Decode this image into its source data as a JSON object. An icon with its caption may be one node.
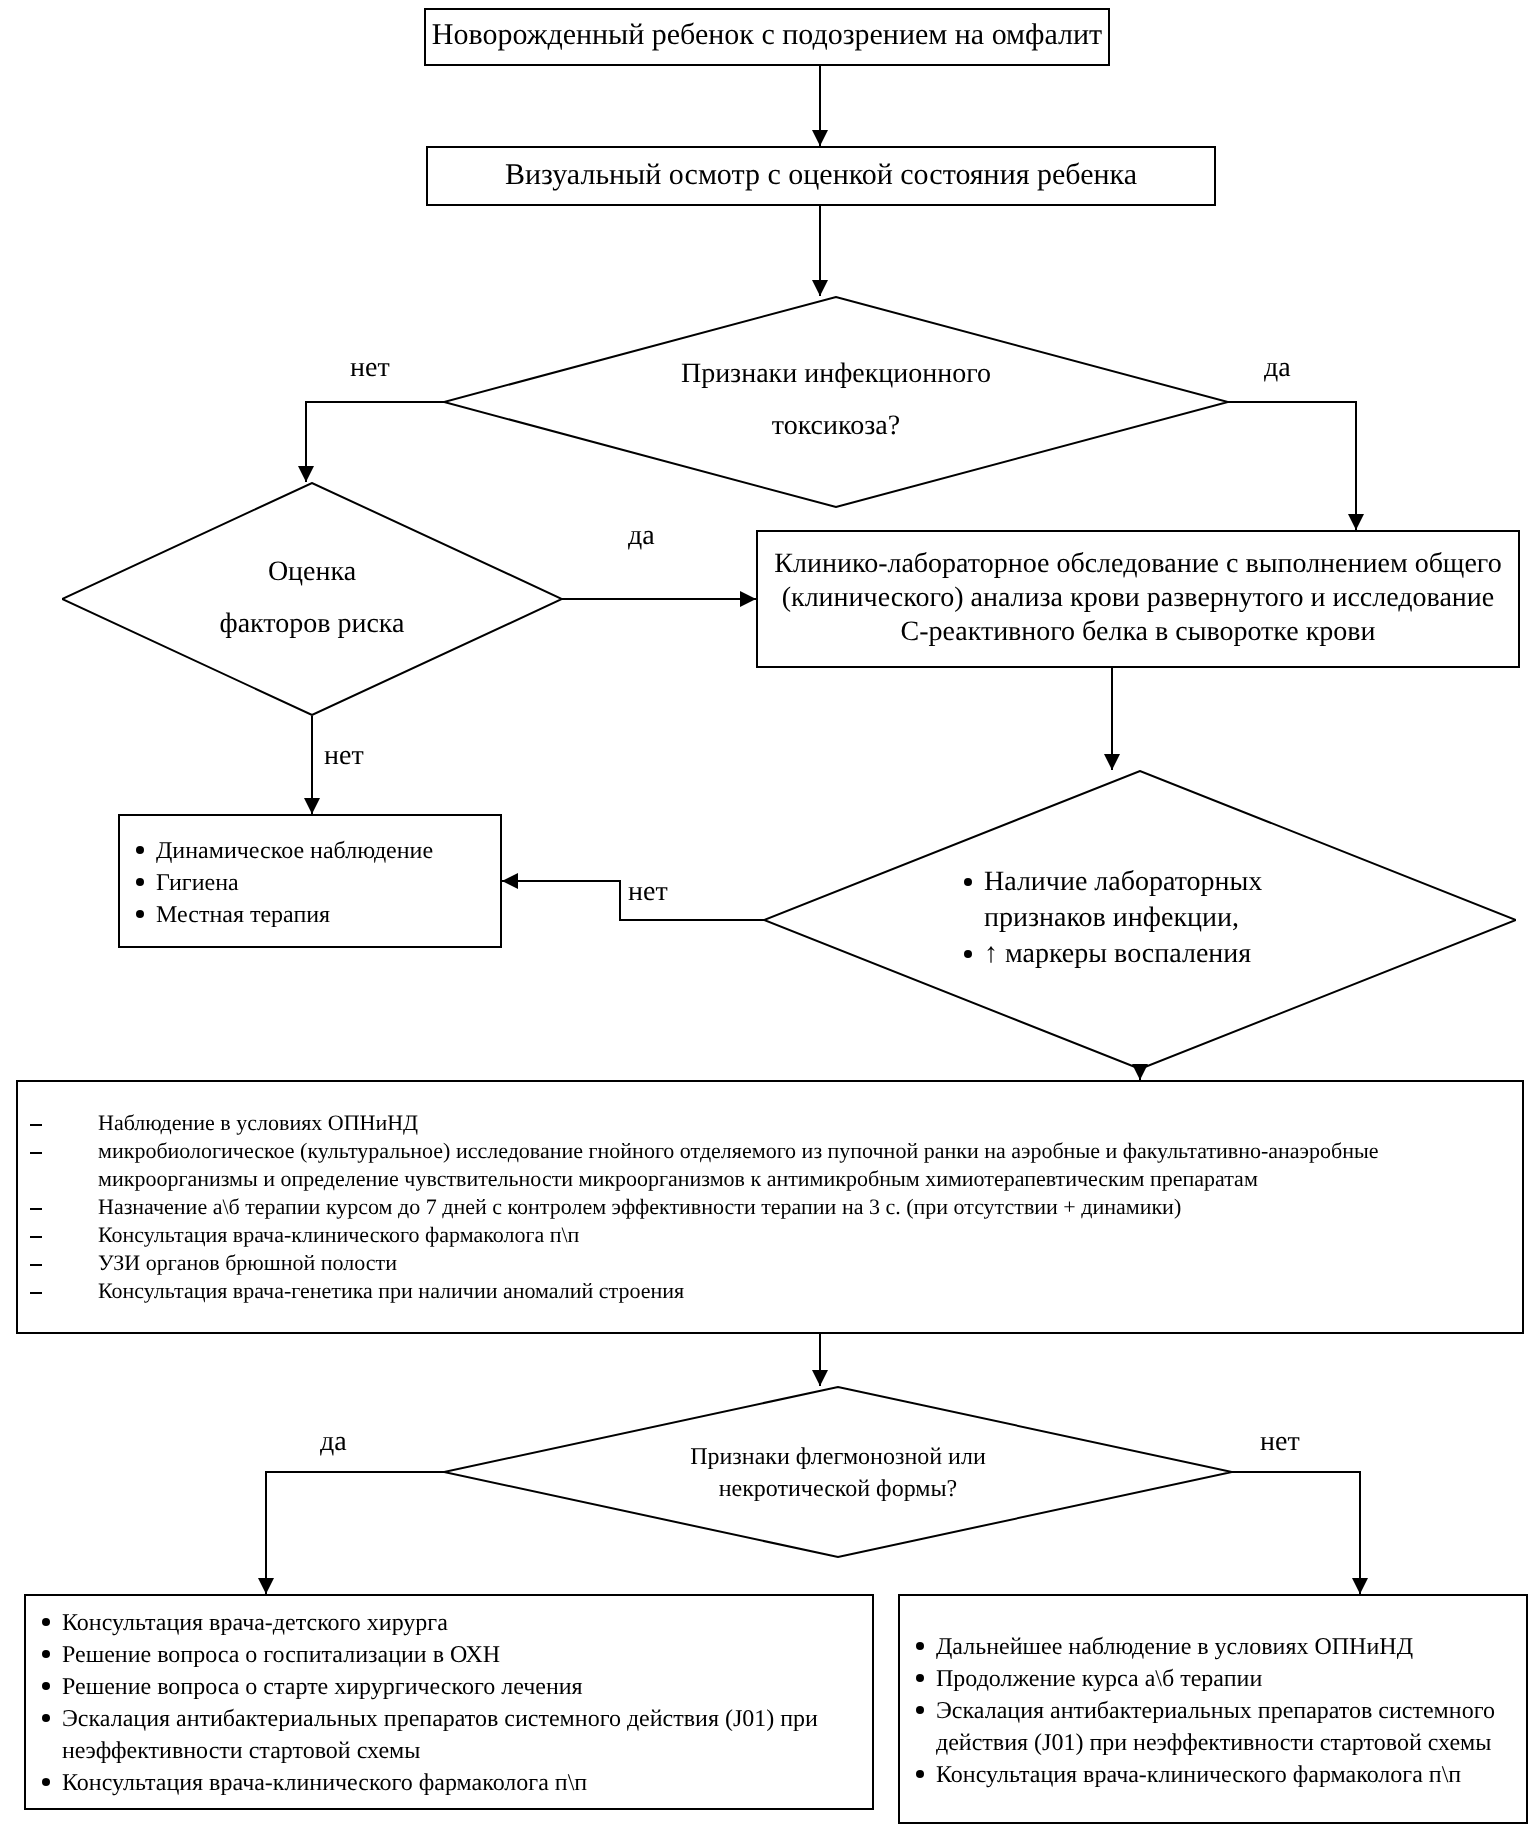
{
  "diagram": {
    "nodes": [
      {
        "text": [
          "Новорожденный ребенок с подозрением на омфалит"
        ]
      },
      {
        "text": [
          "Визуальный осмотр с оценкой состояния ребенка"
        ]
      },
      {
        "text": [
          "Признаки инфекционного токсикоза?"
        ]
      },
      {
        "text": [
          "Оценка факторов риска"
        ]
      },
      {
        "text": [
          "Клинико-лабораторное обследование с выполнением общего (клинического) анализа крови развернутого и исследование С-реактивного белка в сыворотке крови"
        ]
      },
      {
        "text": [
          "Динамическое наблюдение",
          "Гигиена",
          "Местная терапия"
        ]
      },
      {
        "text": [
          "Наличие лабораторных признаков инфекции,",
          "↑ маркеры воспаления"
        ]
      },
      {
        "text": [
          "Наблюдение в условиях ОПНиНД",
          "микробиологическое (культуральное) исследование гнойного отделяемого из пупочной ранки на аэробные и факультативно-анаэробные микроорганизмы  и определение чувствительности микроорганизмов к антимикробным химиотерапевтическим препаратам",
          "Назначение а\\б терапии курсом до 7 дней с контролем эффективности терапии на 3 с. (при отсутствии + динамики)",
          "Консультация врача-клинического фармаколога п\\п",
          "УЗИ органов брюшной полости",
          "Консультация врача-генетика при наличии аномалий строения"
        ]
      },
      {
        "text": [
          "Признаки флегмонозной или некротической формы?"
        ]
      },
      {
        "text": [
          "Консультация врача-детского хирурга",
          "Решение вопроса о госпитализации в ОХН",
          "Решение вопроса о старте хирургического лечения",
          "Эскалация антибактериальных препаратов системного действия (J01) при неэффективности стартовой схемы",
          "Консультация врача-клинического фармаколога п\\п"
        ]
      },
      {
        "text": [
          "Дальнейшее наблюдение в условиях ОПНиНД",
          "Продолжение курса а\\б терапии",
          "Эскалация антибактериальных препаратов системного действия (J01) при неэффективности стартовой схемы",
          "Консультация врача-клинического фармаколога п\\п"
        ]
      }
    ],
    "edges": [
      {
        "from": 0,
        "to": 1,
        "arrow": "to"
      },
      {
        "from": 1,
        "to": 2,
        "arrow": "to"
      },
      {
        "from": 2,
        "to": 3,
        "arrow": "to",
        "label": "нет"
      },
      {
        "from": 2,
        "to": 4,
        "arrow": "to",
        "label": "да"
      },
      {
        "from": 3,
        "to": 4,
        "arrow": "to",
        "label": "да"
      },
      {
        "from": 3,
        "to": 5,
        "arrow": "to",
        "label": "нет"
      },
      {
        "from": 4,
        "to": 6,
        "arrow": "to"
      },
      {
        "from": 6,
        "to": 5,
        "arrow": "to",
        "label": "нет"
      },
      {
        "from": 6,
        "to": 7,
        "arrow": "to"
      },
      {
        "from": 7,
        "to": 8,
        "arrow": "to"
      },
      {
        "from": 8,
        "to": 9,
        "arrow": "to",
        "label": "да"
      },
      {
        "from": 8,
        "to": 10,
        "arrow": "to",
        "label": "нет"
      }
    ]
  }
}
